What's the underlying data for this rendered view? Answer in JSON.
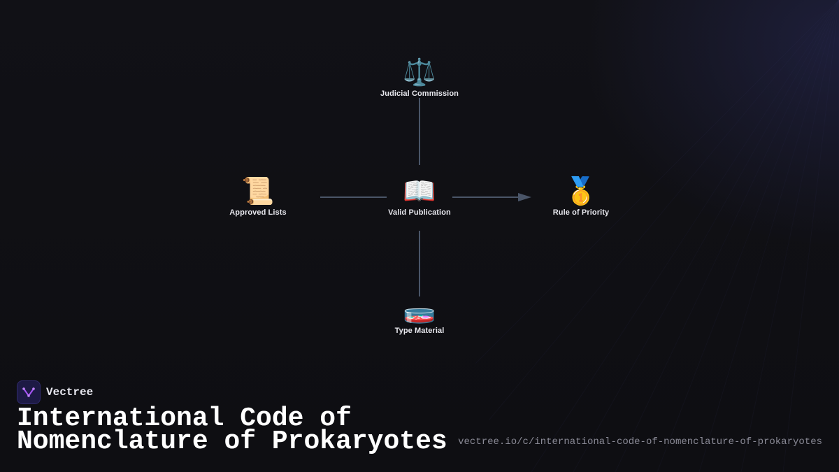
{
  "colors": {
    "background": "#0e0e12",
    "edge": "#4a5568",
    "label": "#e8e8ee",
    "title": "#ffffff",
    "url": "#8a8a96",
    "brand_logo_bg": "#1d1a45",
    "brand_logo_mark": "#a855f7"
  },
  "diagram": {
    "nodes": {
      "judicial": {
        "icon": "scales-icon",
        "glyph": "⚖️",
        "label": "Judicial Commission"
      },
      "approved": {
        "icon": "scroll-icon",
        "glyph": "📜",
        "label": "Approved Lists"
      },
      "valid": {
        "icon": "open-book-icon",
        "glyph": "📖",
        "label": "Valid Publication"
      },
      "priority": {
        "icon": "gold-medal-icon",
        "glyph": "🥇",
        "label": "Rule of Priority"
      },
      "type": {
        "icon": "petri-dish-icon",
        "glyph": "🧫",
        "label": "Type Material"
      }
    },
    "edges": [
      {
        "from": "judicial",
        "to": "valid",
        "arrow": false
      },
      {
        "from": "approved",
        "to": "valid",
        "arrow": false
      },
      {
        "from": "valid",
        "to": "priority",
        "arrow": true
      },
      {
        "from": "valid",
        "to": "type",
        "arrow": false
      }
    ]
  },
  "brand": {
    "logo_icon": "vectree-logo-icon",
    "name": "Vectree"
  },
  "title": {
    "line1": "International Code of",
    "line2": "Nomenclature of Prokaryotes"
  },
  "url": "vectree.io/c/international-code-of-nomenclature-of-prokaryotes"
}
